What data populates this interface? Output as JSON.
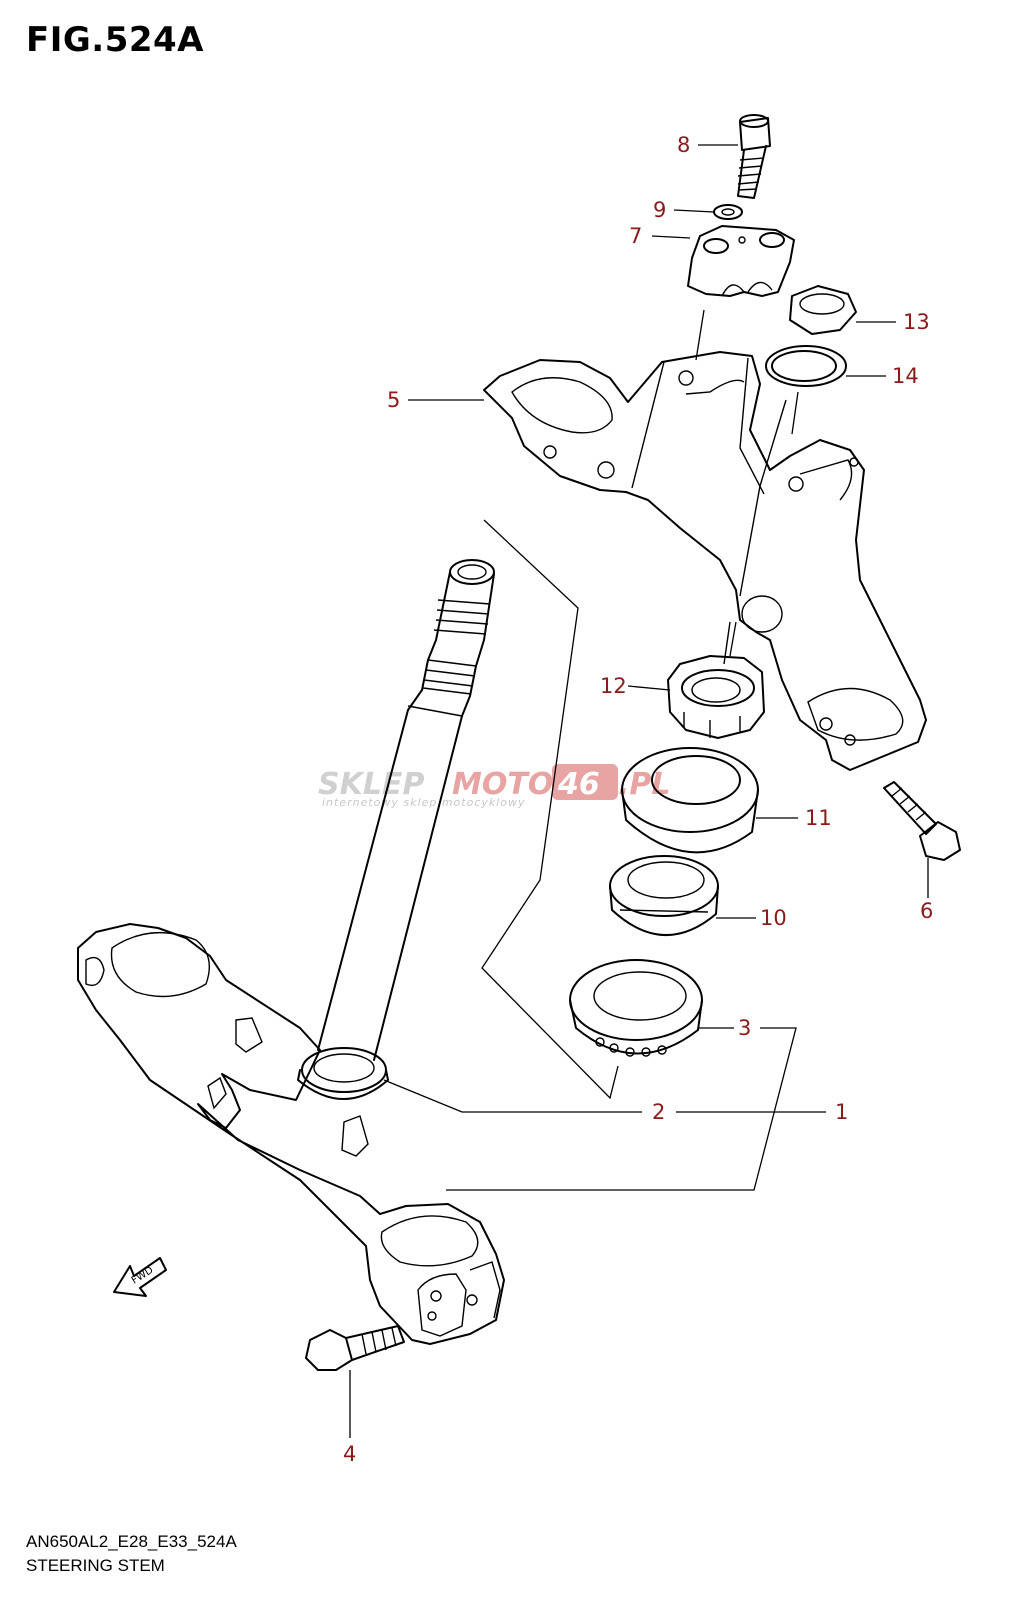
{
  "figure": {
    "title": "FIG.524A"
  },
  "footer": {
    "code": "AN650AL2_E28_E33_524A",
    "caption": "STEERING STEM"
  },
  "callouts": {
    "p1": "1",
    "p2": "2",
    "p3": "3",
    "p4": "4",
    "p5": "5",
    "p6": "6",
    "p7": "7",
    "p8": "8",
    "p9": "9",
    "p10": "10",
    "p11": "11",
    "p12": "12",
    "p13": "13",
    "p14": "14"
  },
  "fwd_label": "FWD",
  "watermark": {
    "part1": "SKLEP",
    "part2": "MOTO",
    "part3": "46",
    "part4": ".PL",
    "tagline": "internetowy sklep motocyklowy"
  },
  "colors": {
    "callout": "#8b1a1a",
    "line": "#000000",
    "watermark_red": "#e8a3a3",
    "watermark_gray": "#c8c8c8"
  }
}
